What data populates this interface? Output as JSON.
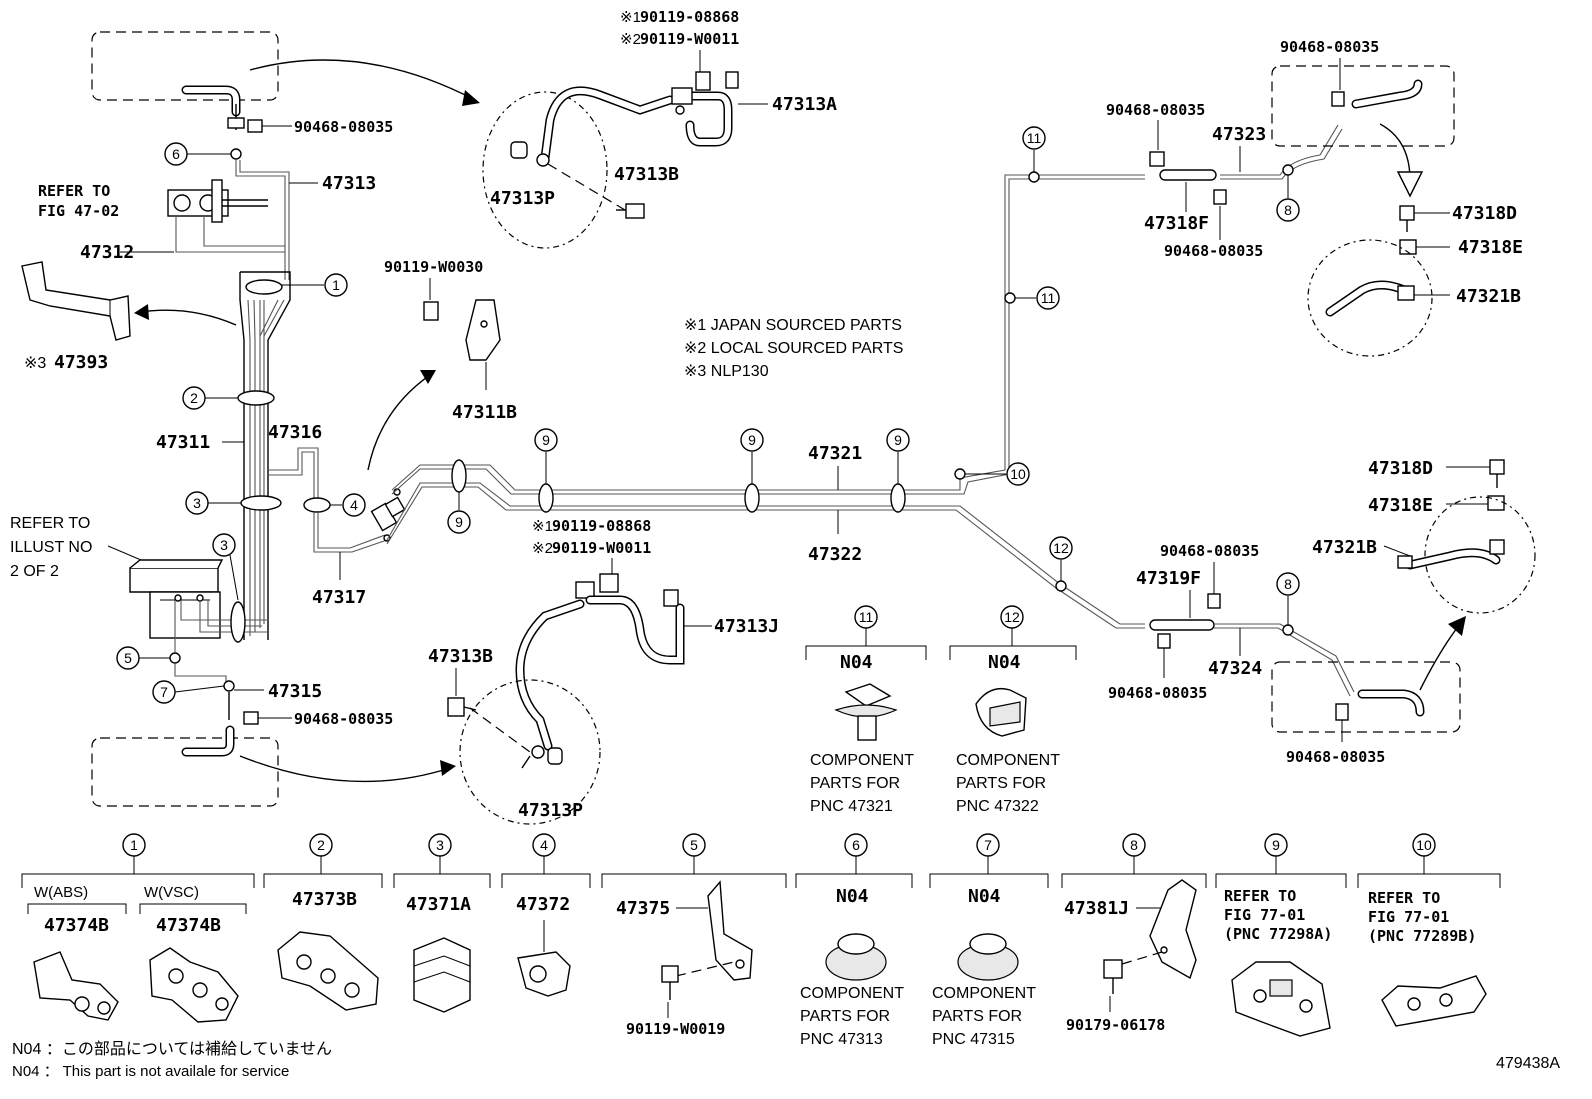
{
  "labels": {
    "p47313": "47313",
    "p47312": "47312",
    "p47393": "47393",
    "mark3_47393": "※3",
    "p47311": "47311",
    "p47316": "47316",
    "p47317": "47317",
    "p47315": "47315",
    "p47313A": "47313A",
    "p47313B_top": "47313B",
    "p47313P_top": "47313P",
    "p47311B": "47311B",
    "p90119W0030": "90119-W0030",
    "p47321": "47321",
    "p47322": "47322",
    "p47323": "47323",
    "p47318F": "47318F",
    "p47318D_top": "47318D",
    "p47318E_top": "47318E",
    "p47321B_top": "47321B",
    "p47318D_bot": "47318D",
    "p47318E_bot": "47318E",
    "p47321B_bot": "47321B",
    "p47319F": "47319F",
    "p47324": "47324",
    "p47313J": "47313J",
    "p47313B_bot": "47313B",
    "p47313P_bot": "47313P",
    "clip_top_left": "90468-08035",
    "clip_bot_left": "90468-08035",
    "clip_top_right_a": "90468-08035",
    "clip_top_right_b": "90468-08035",
    "clip_top_right_c": "90468-08035",
    "clip_bot_right_a": "90468-08035",
    "clip_bot_right_b": "90468-08035",
    "clip_bot_right_c": "90468-08035",
    "bolt_top_1": "90119-08868",
    "bolt_top_2": "90119-W0011",
    "bolt_mid_1": "90119-08868",
    "bolt_mid_2": "90119-W0011",
    "mark1": "※1",
    "mark2": "※2",
    "refer_fig_1": "REFER TO",
    "refer_fig_2": "FIG 47-02",
    "refer_illust_1": "REFER TO",
    "refer_illust_2": "ILLUST NO",
    "refer_illust_3": "2 OF 2",
    "figure_id": "479438A"
  },
  "legend": [
    {
      "mark": "※1",
      "text": "JAPAN SOURCED PARTS"
    },
    {
      "mark": "※2",
      "text": "LOCAL SOURCED PARTS"
    },
    {
      "mark": "※3",
      "text": "NLP130"
    }
  ],
  "callouts": {
    "c1": "1",
    "c2": "2",
    "c3a": "3",
    "c3b": "3",
    "c4": "4",
    "c5": "5",
    "c6": "6",
    "c7": "7",
    "c8a": "8",
    "c8b": "8",
    "c9a": "9",
    "c9b": "9",
    "c9c": "9",
    "c9d": "9",
    "c10": "10",
    "c11a": "11",
    "c11b": "11",
    "c12": "12"
  },
  "mid_components": [
    {
      "num": "11",
      "code": "N04",
      "lines": [
        "COMPONENT",
        "PARTS FOR",
        "PNC 47321"
      ]
    },
    {
      "num": "12",
      "code": "N04",
      "lines": [
        "COMPONENT",
        "PARTS FOR",
        "PNC 47322"
      ]
    }
  ],
  "bottom_panels": [
    {
      "num": "1",
      "sub": [
        "W(ABS)",
        "W(VSC)"
      ],
      "parts": [
        "47374B",
        "47374B"
      ]
    },
    {
      "num": "2",
      "parts": [
        "47373B"
      ]
    },
    {
      "num": "3",
      "parts": [
        "47371A"
      ]
    },
    {
      "num": "4",
      "parts": [
        "47372"
      ]
    },
    {
      "num": "5",
      "parts": [
        "47375",
        "90119-W0019"
      ]
    },
    {
      "num": "6",
      "code": "N04",
      "lines": [
        "COMPONENT",
        "PARTS FOR",
        "PNC 47313"
      ]
    },
    {
      "num": "7",
      "code": "N04",
      "lines": [
        "COMPONENT",
        "PARTS FOR",
        "PNC 47315"
      ]
    },
    {
      "num": "8",
      "parts": [
        "47381J",
        "90179-06178"
      ]
    },
    {
      "num": "9",
      "lines": [
        "REFER TO",
        "FIG 77-01",
        "(PNC 77298A)"
      ]
    },
    {
      "num": "10",
      "lines": [
        "REFER TO",
        "FIG 77-01",
        "(PNC 77289B)"
      ]
    }
  ],
  "notes": [
    {
      "code": "N04",
      "text": "：この部品については補給していません"
    },
    {
      "code": "N04",
      "text": "： This part is not availale for service"
    }
  ]
}
